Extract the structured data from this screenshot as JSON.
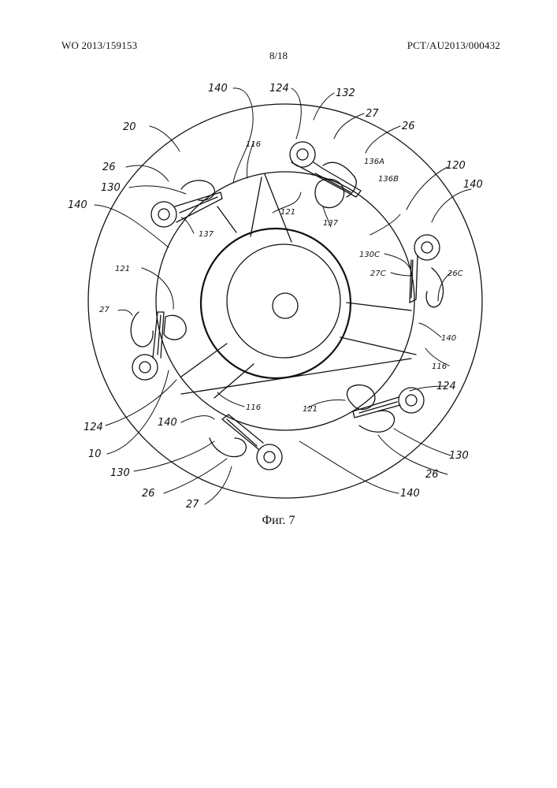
{
  "header": {
    "publication_number": "WO 2013/159153",
    "application_number": "PCT/AU2013/000432",
    "page": "8/18"
  },
  "figure": {
    "caption": "Фиг. 7",
    "labels": {
      "l20": "20",
      "l140_top": "140",
      "l124_top": "124",
      "l132": "132",
      "l27_top": "27",
      "l26_top": "26",
      "l120": "120",
      "l136a": "136A",
      "l136b": "136B",
      "l140_right": "140",
      "l26_left": "26",
      "l130_left": "130",
      "l140_left": "140",
      "l116_top": "116",
      "l121_top": "121",
      "l137_left": "137",
      "l137_top": "137",
      "l130c": "130C",
      "l27c": "27C",
      "l26c": "26C",
      "l121_left": "121",
      "l27_left": "27",
      "l140_r2": "140",
      "l116_right": "116",
      "l124_right": "124",
      "l124_left": "124",
      "l140_bottom": "140",
      "l116_bottom": "116",
      "l121_bottom": "121",
      "l10": "10",
      "l130_bottom": "130",
      "l26_bottom_l": "26",
      "l27_bottom": "27",
      "l130_right": "130",
      "l26_right": "26",
      "l140_br": "140"
    }
  }
}
